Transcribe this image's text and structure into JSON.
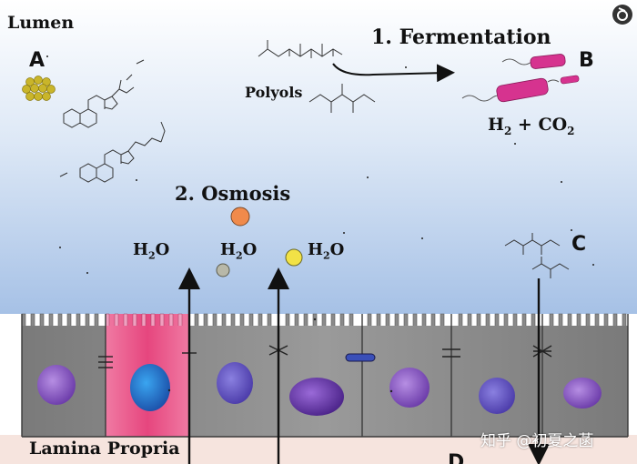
{
  "regions": {
    "top": "Lumen",
    "bottom": "Lamina Propria"
  },
  "panels": {
    "a": "A",
    "b": "B",
    "c": "C",
    "d": "D"
  },
  "fermentation": {
    "heading": "1. Fermentation",
    "substrate": "Polyols",
    "products_main": "H",
    "products_sub": "2",
    "products_rest": " + CO",
    "products_sub2": "2"
  },
  "osmosis": {
    "heading": "2. Osmosis",
    "water": [
      {
        "main": "H",
        "sub": "2",
        "tail": "O"
      },
      {
        "main": "H",
        "sub": "2",
        "tail": "O"
      },
      {
        "main": "H",
        "sub": "2",
        "tail": "O"
      }
    ]
  },
  "watermark": "知乎 @初夏之菡",
  "colors": {
    "lumen_top": "#ffffff",
    "lumen_bottom": "#a9c4e8",
    "cell_body": "#8c8c8c",
    "cell_dark": "#6e6e6e",
    "inflamed_cell": "#e8578a",
    "nucleus": "#8a55c4",
    "nucleus_blue": "#2f77d6",
    "bacteria": "#d6338f",
    "lamina": "#f6e4de",
    "orange_particle": "#f08a4b",
    "yellow_particle": "#f2e246",
    "gray_particle": "#b8b8a8",
    "bile_salt_cluster": "#c9b52a"
  }
}
